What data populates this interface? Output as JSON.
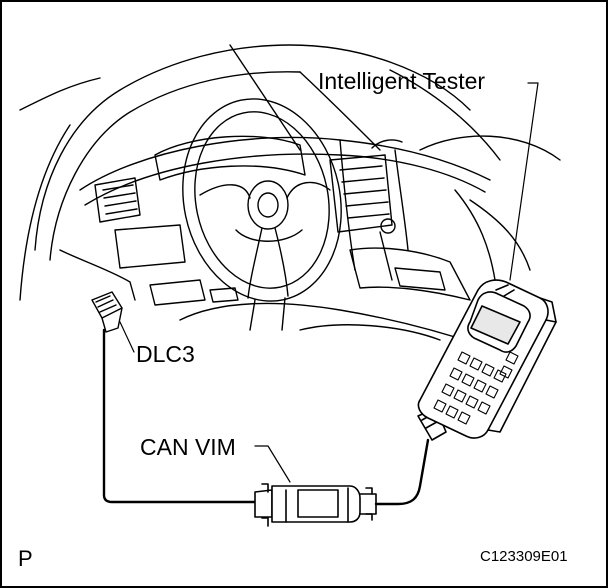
{
  "labels": {
    "tester": "Intelligent Tester",
    "dlc3": "DLC3",
    "can_vim": "CAN VIM",
    "corner": "P",
    "figure_code": "C123309E01"
  },
  "colors": {
    "line": "#000000",
    "background": "#ffffff"
  }
}
